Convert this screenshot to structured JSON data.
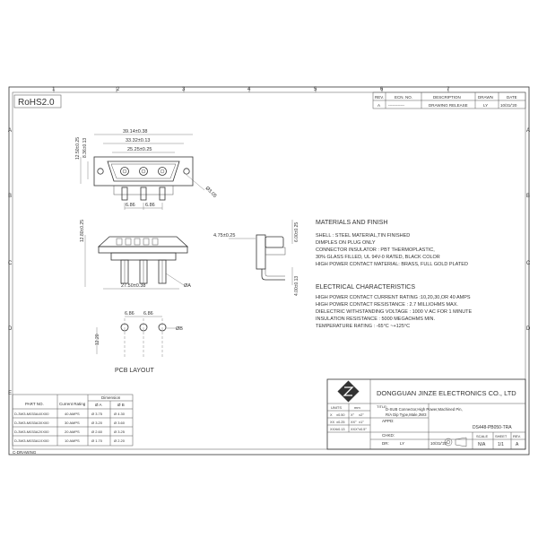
{
  "border": {
    "top_numbers": [
      "1",
      "2",
      "3",
      "4",
      "5",
      "6",
      "7"
    ],
    "side_letters": [
      "A",
      "B",
      "C",
      "D",
      "E"
    ]
  },
  "rohs": "RoHS2.0",
  "revision_table": {
    "headers": [
      "REV.",
      "ECN. NO.",
      "DESCRIPTION",
      "DRAWN",
      "DATE"
    ],
    "row": [
      "A",
      "------------",
      "DRAWING RELEASE",
      "LY",
      "10/31/'20"
    ]
  },
  "top_view": {
    "dim_overall": "39.14±0.38",
    "dim_mid": "33.32±0.13",
    "dim_inner": "25.25±0.25",
    "dim_height_outer": "12.50±0.25",
    "dim_height_inner": "8.36±0.13",
    "dim_hole": "Ø3.05",
    "dim_pitch_a": "6.86",
    "dim_pitch_b": "6.86"
  },
  "front_view": {
    "dim_height": "12.80±0.25",
    "dim_width": "27.50±0.38",
    "label_a": "ØA"
  },
  "side_view": {
    "dim_left": "4.75±0.25",
    "dim_top": "6.00±0.25",
    "dim_bottom": "4.00±0.13"
  },
  "pcb_layout": {
    "title": "PCB LAYOUT",
    "dim_a": "6.86",
    "dim_b": "6.86",
    "dim_vert": "12.20",
    "label_b": "ØB"
  },
  "materials": {
    "heading": "MATERIALS AND FINISH",
    "lines": [
      "SHELL : STEEL MATERIAL,TIN FINISHED",
      "           DIMPLES ON PLUG ONLY",
      "CONNECTOR INSULATOR : PBT THERMOPLASTIC,",
      " 30% GLASS FILLED, UL 94V-0 RATED, BLACK COLOR",
      "HIGH POWER CONTACT MATERIAL: BRASS, FULL GOLD PLATED"
    ]
  },
  "electrical": {
    "heading": "ELECTRICAL CHARACTERISTICS",
    "lines": [
      "HIGH POWER CONTACT CURRENT RATING :10,20,30,OR 40 AMPS",
      "HIGH POWER CONTACT RESISTANCE : 2.7 MILLIOHMS MAX.",
      "DIELECTRIC WITHSTANDING VOLTAGE : 1000 V AC FOR 1 MINUTE",
      "INSULATION RESISTANCE : 5000 MEGAOHMS MIN.",
      "TEMPERATURE RATING : -65°C ~+125°C"
    ]
  },
  "parts_table": {
    "dimension_header": "Dimension",
    "headers": [
      "PART NO.",
      "Current Rating",
      "Ø A",
      "Ø B"
    ],
    "rows": [
      [
        "D-3W3-M033A4XX00",
        "40 AMPS",
        "Ø 3.75",
        "Ø 4.30"
      ],
      [
        "D-3W3-M033A3XX00",
        "30 AMPS",
        "Ø 3.20",
        "Ø 3.60"
      ],
      [
        "D-3W3-M033A2XX00",
        "20 AMPS",
        "Ø 2.60",
        "Ø 3.25"
      ],
      [
        "D-3W3-M033A1XX00",
        "10 AMPS",
        "Ø 1.70",
        "Ø 2.20"
      ]
    ]
  },
  "footer_note": "C-DRAWING",
  "title_block": {
    "company": "DONGGUAN JINZE ELECTRONICS CO., LTD",
    "title_label": "TITLE:",
    "title_lines": [
      "D-SUB Connector,High Power,Machined Pin,",
      "R/A Dip Type,Male,3W3"
    ],
    "part_number": "DS448-PB050-TRA",
    "units_label": "UNITS",
    "units_value": "mm",
    "tol_rows": [
      [
        "X",
        "±0.50",
        "X°",
        "±2°"
      ],
      [
        "XX",
        "±0.25",
        "XX°",
        "±1°"
      ],
      [
        "XXX",
        "±0.13",
        "XXX°",
        "±0.5°"
      ]
    ],
    "appd_label": "APPD:",
    "chkd_label": "CHKD:",
    "dr_label": "DR:",
    "dr_value": "LY",
    "date_value": "10/31/'20",
    "scale_label": "SCALE",
    "scale_value": "N/A",
    "sheet_label": "SHEET",
    "sheet_value": "1/1",
    "rev_label": "REV.",
    "rev_value": "A"
  }
}
